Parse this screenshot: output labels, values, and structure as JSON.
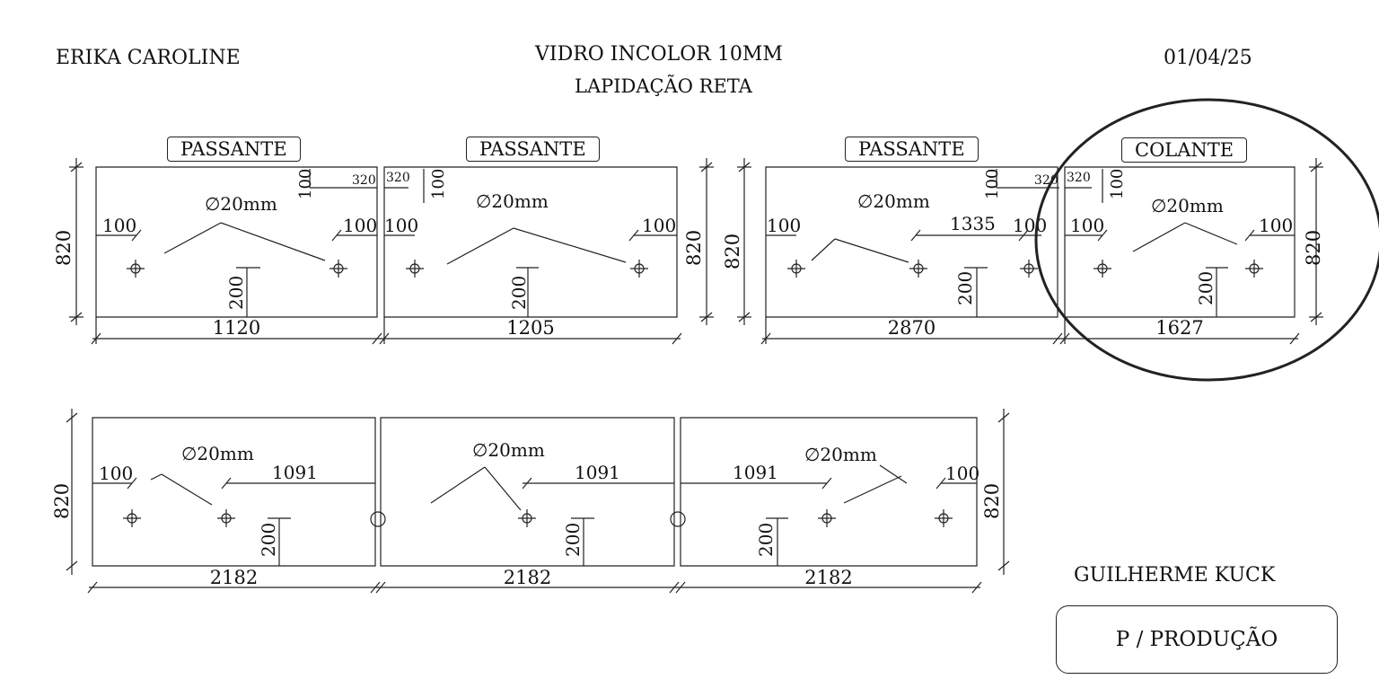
{
  "header": {
    "client": "ERIKA CAROLINE",
    "material": "VIDRO INCOLOR 10MM",
    "finish": "LAPIDAÇÃO RETA",
    "date": "01/04/25"
  },
  "footer": {
    "designer": "GUILHERME KUCK",
    "stamp": "P / PRODUÇÃO"
  },
  "panels_top": [
    {
      "label": "PASSANTE",
      "width": "1120",
      "height": "820"
    },
    {
      "label": "PASSANTE",
      "width": "1205",
      "height": "820"
    },
    {
      "label": "PASSANTE",
      "width": "2870",
      "height": "820"
    },
    {
      "label": "COLANTE",
      "width": "1627",
      "height": "820"
    }
  ],
  "panels_bottom": [
    {
      "width": "2182",
      "height": "820"
    },
    {
      "width": "2182",
      "height": "820"
    },
    {
      "width": "2182",
      "height": "820"
    }
  ],
  "annotations": {
    "hole_diameter": "∅20mm",
    "edge_offset": "100",
    "vertical_offset": "200",
    "corner_offset": "320",
    "spacing_1335": "1335",
    "spacing_1091": "1091",
    "panel_height": "820"
  },
  "colors": {
    "line": "#222222",
    "background": "#ffffff"
  }
}
